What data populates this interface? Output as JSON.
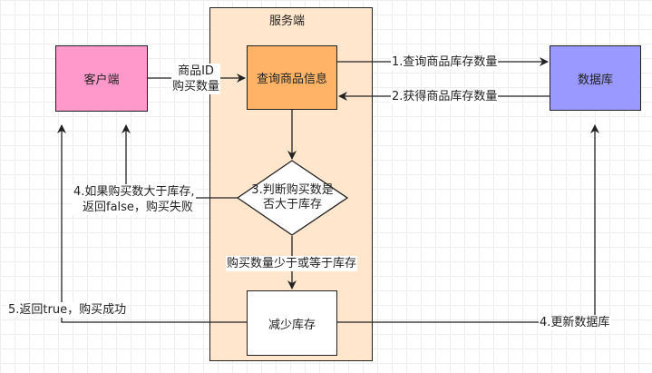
{
  "colors": {
    "server_bg": "#FFE6CC",
    "client_fill": "#FF99CC",
    "query_fill": "#FFB366",
    "db_fill": "#9999FF",
    "white": "#FFFFFF",
    "line": "#222222"
  },
  "nodes": {
    "server_title": "服务端",
    "client": "客户端",
    "query": "查询商品信息",
    "database": "数据库",
    "decision_line1": "3.判断购买数是",
    "decision_line2": "否大于库存",
    "reduce": "减少库存"
  },
  "edges": {
    "input_line1": "商品ID",
    "input_line2": "购买数量",
    "query_stock": "1.查询商品库存数量",
    "get_stock": "2.获得商品库存数量",
    "fail_line1": "4.如果购买数大于库存,",
    "fail_line2": "返回false，购买失败",
    "enough": "购买数量少于或等于库存",
    "success": "5.返回true，购买成功",
    "update_db": "4.更新数据库"
  }
}
